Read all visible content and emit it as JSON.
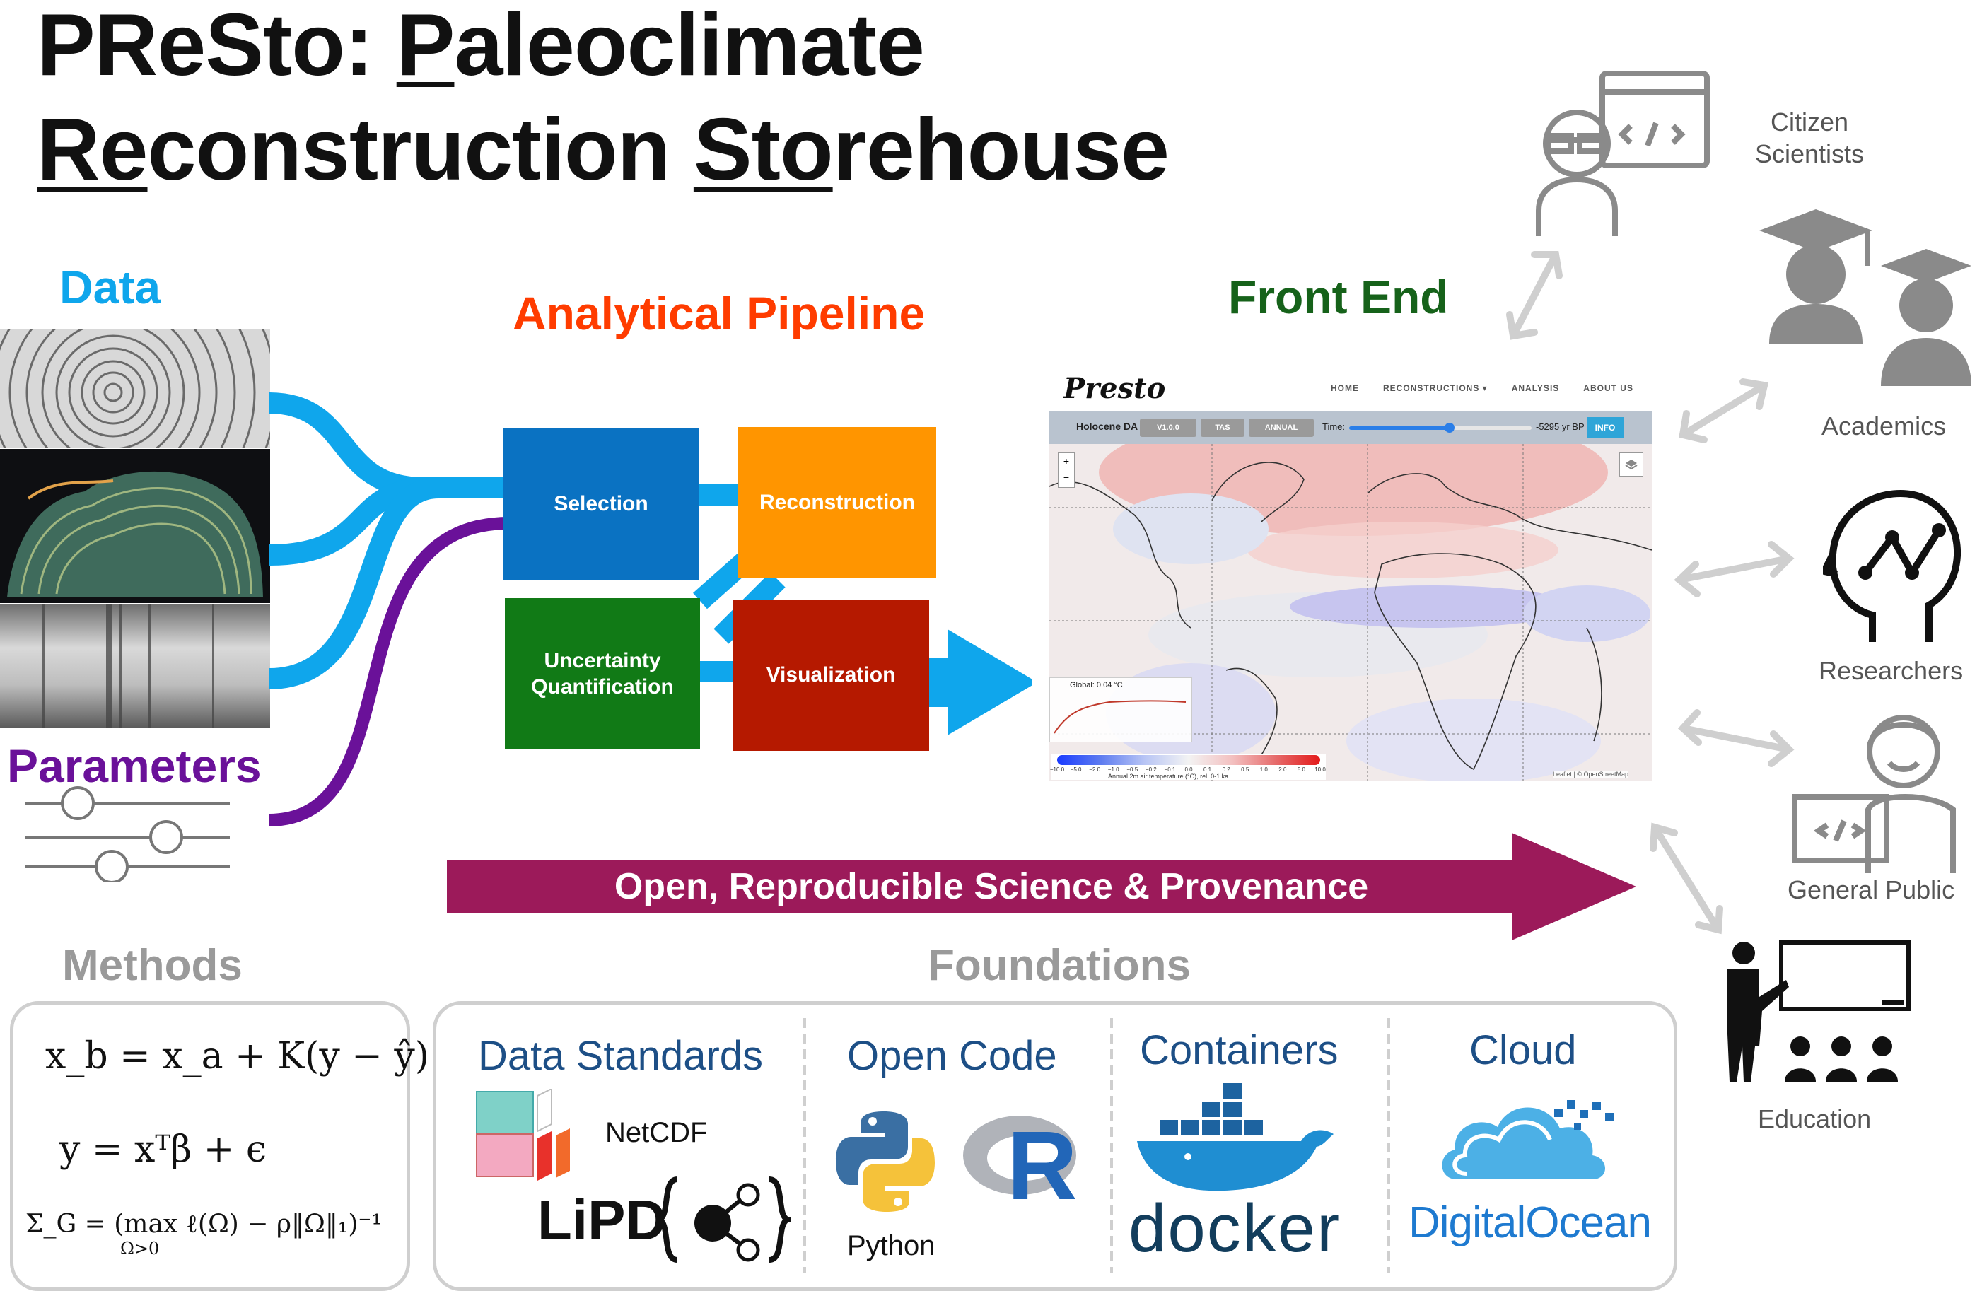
{
  "title": {
    "line1_prefix": "PReSto: ",
    "line1_u": "P",
    "line1_rest": "aleoclimate",
    "line2_u1": "Re",
    "line2_mid": "construction ",
    "line2_u2": "Sto",
    "line2_rest": "rehouse"
  },
  "sections": {
    "data": "Data",
    "parameters": "Parameters",
    "pipeline": "Analytical Pipeline",
    "front_end": "Front End",
    "methods": "Methods",
    "foundations": "Foundations"
  },
  "pipeline_boxes": {
    "selection": "Selection",
    "reconstruction": "Reconstruction",
    "uncertainty_line1": "Uncertainty",
    "uncertainty_line2": "Quantification",
    "visualization": "Visualization"
  },
  "banner": "Open, Reproducible Science & Provenance",
  "audiences": {
    "citizen_line1": "Citizen",
    "citizen_line2": "Scientists",
    "academics": "Academics",
    "researchers": "Researchers",
    "general_public": "General Public",
    "education": "Education"
  },
  "methods": {
    "eq1": "x_b = x_a + K(y − ŷ)",
    "eq2": "y = xᵀβ + ϵ",
    "eq3": "Σ_G = (max ℓ(Ω) − ρ‖Ω‖₁)⁻¹",
    "eq3_sub": "Ω>0"
  },
  "foundations": {
    "data_standards": "Data Standards",
    "netcdf": "NetCDF",
    "lipd": "LiPD",
    "open_code": "Open Code",
    "python": "Python",
    "r": "R",
    "containers": "Containers",
    "docker": "docker",
    "cloud": "Cloud",
    "digitalocean": "DigitalOcean"
  },
  "front_end_app": {
    "logo": "Presto",
    "nav": [
      "HOME",
      "RECONSTRUCTIONS ▾",
      "ANALYSIS",
      "ABOUT US"
    ],
    "toolbar_label": "Holocene DA",
    "version": "V1.0.0",
    "variable": "TAS",
    "season": "ANNUAL",
    "time_label": "Time:",
    "time_value": "-5295 yr BP",
    "slider_fraction": 0.55,
    "info": "INFO",
    "zoom_in": "+",
    "zoom_out": "−",
    "global_readout": "Global: 0.04 °C",
    "colorbar_ticks": [
      "−10.0",
      "−5.0",
      "−2.0",
      "−1.0",
      "−0.5",
      "−0.2",
      "−0.1",
      "0.0",
      "0.1",
      "0.2",
      "0.5",
      "1.0",
      "2.0",
      "5.0",
      "10.0"
    ],
    "colorbar_label": "Annual 2m air temperature (°C), rel. 0-1 ka",
    "attribution": "Leaflet | © OpenStreetMap"
  },
  "colors": {
    "data_blue": "#0fa6ec",
    "parameters_purple": "#6a1199",
    "pipeline_red": "#ff3c00",
    "front_end_green": "#16621a",
    "selection": "#0a72c2",
    "reconstruction": "#ff9500",
    "uncertainty": "#117a16",
    "visualization": "#b51900",
    "banner": "#9c1a5a",
    "audience_gray": "#8a8a8a",
    "foundation_blue": "#1d4f86"
  }
}
